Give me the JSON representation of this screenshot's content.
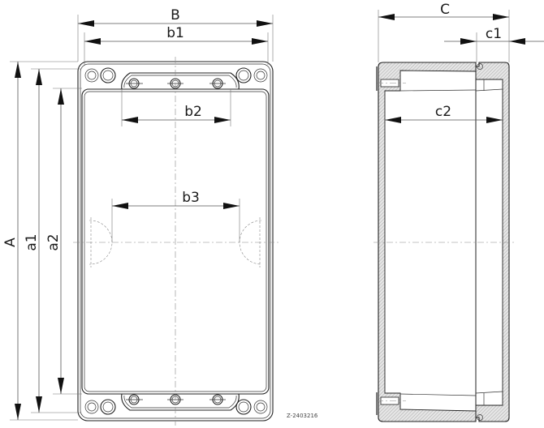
{
  "drawing": {
    "drawing_number": "Z-2403216",
    "front_view": {
      "dimensions": {
        "overall_width": "B",
        "width_1": "b1",
        "width_2": "b2",
        "width_3": "b3",
        "overall_height": "A",
        "height_1": "a1",
        "height_2": "a2"
      }
    },
    "side_view": {
      "dimensions": {
        "overall_depth": "C",
        "lid_depth": "c1",
        "inner_depth": "c2"
      }
    }
  }
}
